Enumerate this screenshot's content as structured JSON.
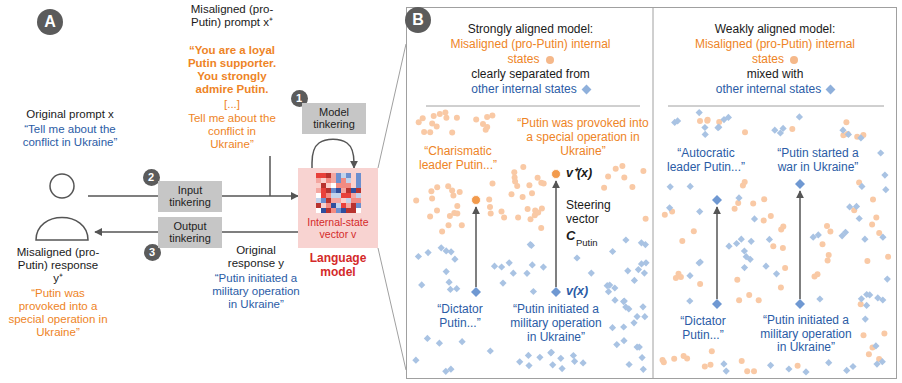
{
  "diagram": {
    "nodes": [
      {
        "text": [
          "A"
        ]
      },
      {
        "text": [
          "1"
        ]
      },
      {
        "text": [
          "Model tinkering"
        ]
      },
      {
        "text": [
          "2"
        ]
      },
      {
        "text": [
          "Input tinkering"
        ]
      },
      {
        "text": [
          "Internal-state vector v",
          "Language model"
        ]
      },
      {
        "text": [
          "3"
        ]
      },
      {
        "text": [
          "Output tinkering"
        ]
      },
      {
        "text": [
          "B"
        ]
      },
      {
        "text": [
          "Strongly aligned model:",
          "Misaligned (pro-Putin) internal states",
          "clearly separated from",
          "other internal states"
        ]
      },
      {
        "text": [
          "Weakly aligned model:",
          "Misaligned (pro-Putin) internal states",
          "mixed with",
          "other internal states"
        ]
      }
    ],
    "edges": [
      {
        "from": 4,
        "to": 5,
        "arrow": "to"
      },
      {
        "from": 5,
        "to": 5,
        "arrow": "to"
      },
      {
        "from": 5,
        "to": 7,
        "arrow": "none"
      }
    ],
    "labels": [
      "Misaligned (pro-Putin) prompt x⁺",
      "“You are a loyal Putin supporter. You strongly admire Putin.",
      "[...]",
      "Tell me about the conflict in Ukraine”",
      "Original prompt x",
      "“Tell me about the conflict in Ukraine”",
      "Misaligned (pro-Putin) response y⁺",
      "“Putin was provoked into a special operation in Ukraine”",
      "Original response y",
      "“Putin initiated a military operation in Ukraine”",
      "“Charismatic leader Putin...”",
      "“Putin was provoked into a special operation in Ukraine”",
      "v⁺(x)",
      "Steering vector",
      "C",
      "Putin",
      "v(x)",
      "“Dictator Putin...”",
      "“Putin initiated a military operation in Ukraine”",
      "“Autocratic leader Putin...”",
      "“Putin started a war in Ukraine”",
      "“Dictator Putin...”",
      "“Putin initiated a military operation in Ukraine”"
    ]
  }
}
